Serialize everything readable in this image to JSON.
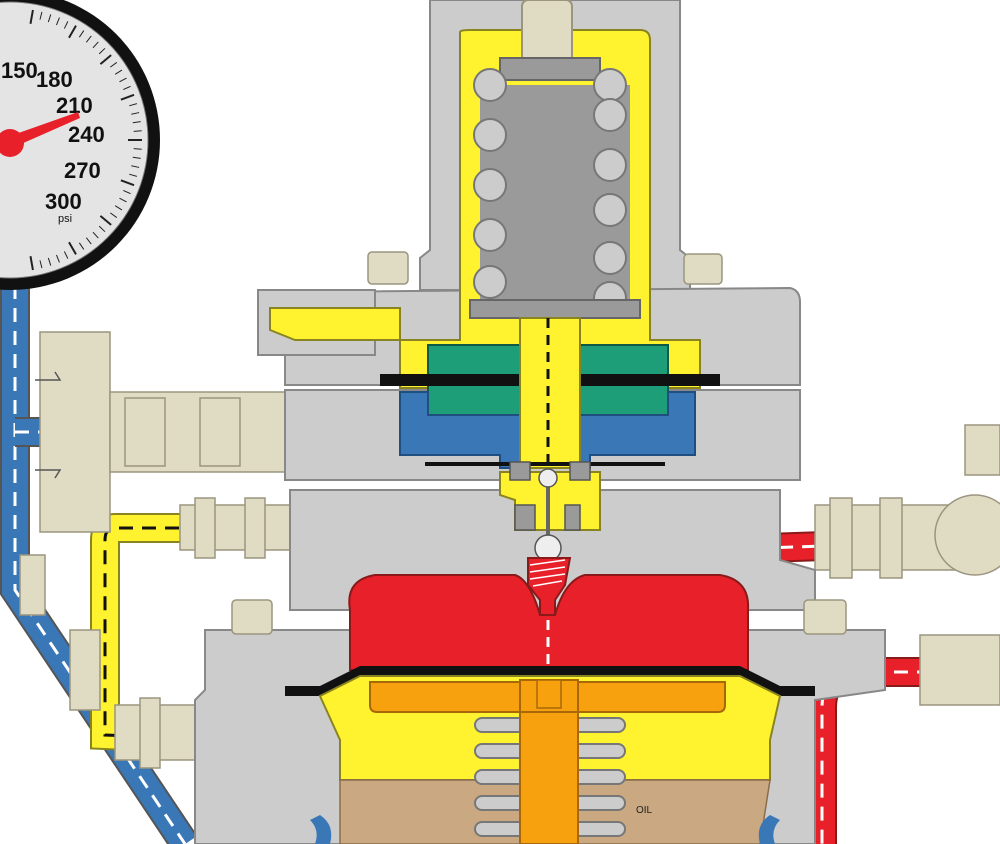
{
  "gauge": {
    "scale_labels": [
      "150",
      "180",
      "210",
      "240",
      "270",
      "300"
    ],
    "unit": "psi",
    "needle_value": 225
  },
  "labels": {
    "oil": "OIL"
  },
  "colors": {
    "body_gray": "#cccccc",
    "outline": "#888888",
    "dark_gray": "#9a9a9a",
    "fitting": "#e0dcc4",
    "fitting_outline": "#9b9580",
    "yellow": "#fff22f",
    "green": "#1e9e78",
    "blue": "#3977b7",
    "red": "#e8202a",
    "orange": "#f7a10e",
    "oil": "#c9a882",
    "needle": "#e8202a"
  }
}
